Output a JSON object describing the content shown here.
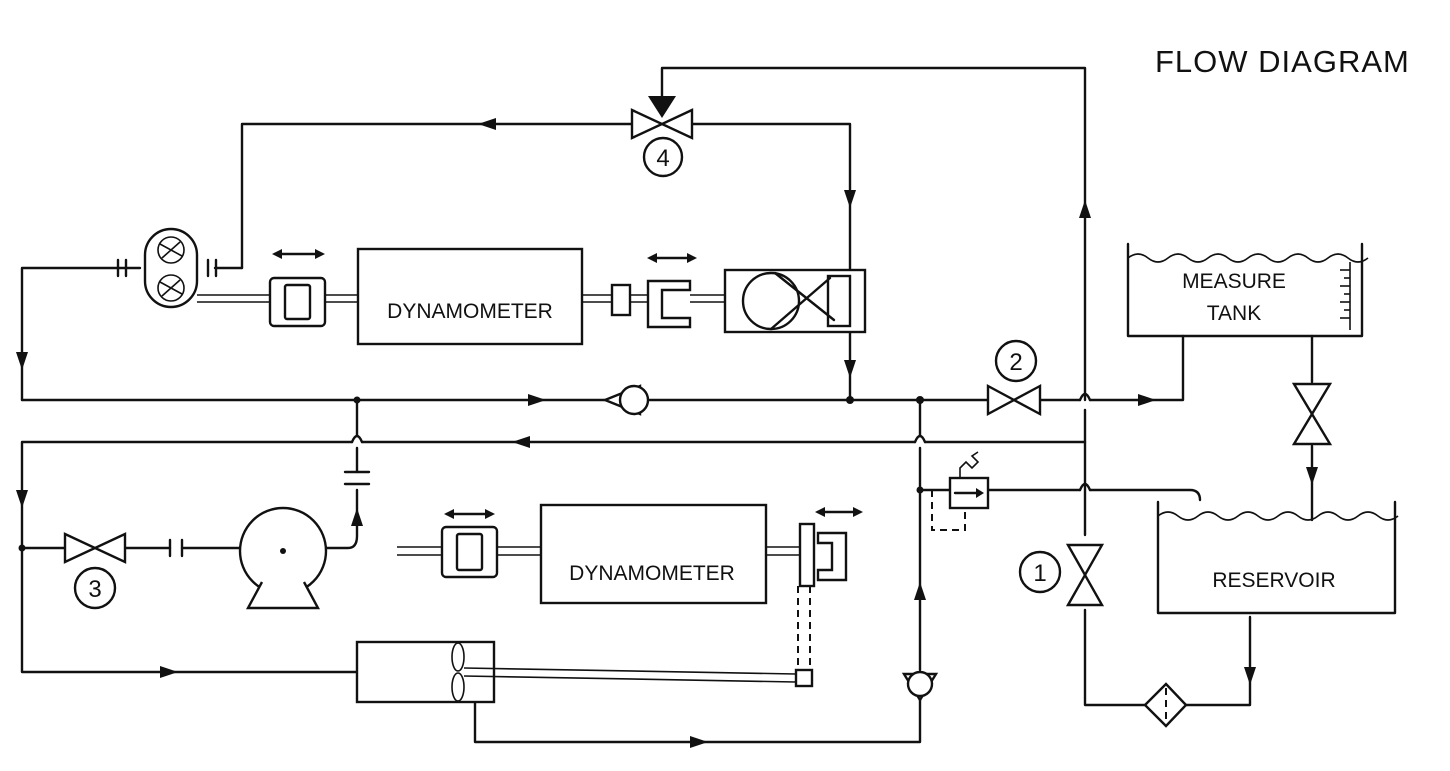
{
  "title": "FLOW DIAGRAM",
  "labels": {
    "dyno_top": "DYNAMOMETER",
    "dyno_bottom": "DYNAMOMETER",
    "measure_tank_line1": "MEASURE",
    "measure_tank_line2": "TANK",
    "reservoir": "RESERVOIR"
  },
  "valve_numbers": {
    "v1": "1",
    "v2": "2",
    "v3": "3",
    "v4": "4"
  }
}
